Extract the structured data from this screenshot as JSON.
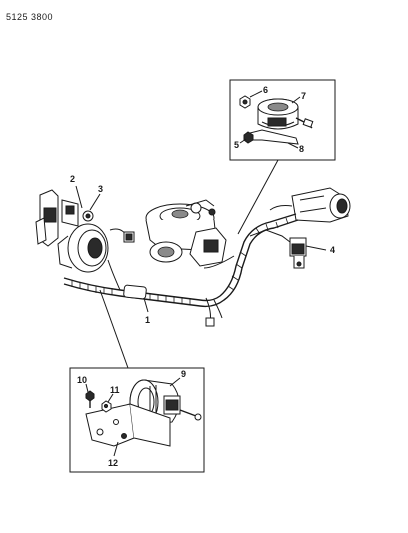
{
  "header": {
    "code": "5125 3800"
  },
  "callouts": {
    "c1": "1",
    "c2": "2",
    "c3": "3",
    "c4": "4",
    "c5": "5",
    "c6": "6",
    "c7": "7",
    "c8": "8",
    "c9": "9",
    "c10": "10",
    "c11": "11",
    "c12": "12"
  }
}
